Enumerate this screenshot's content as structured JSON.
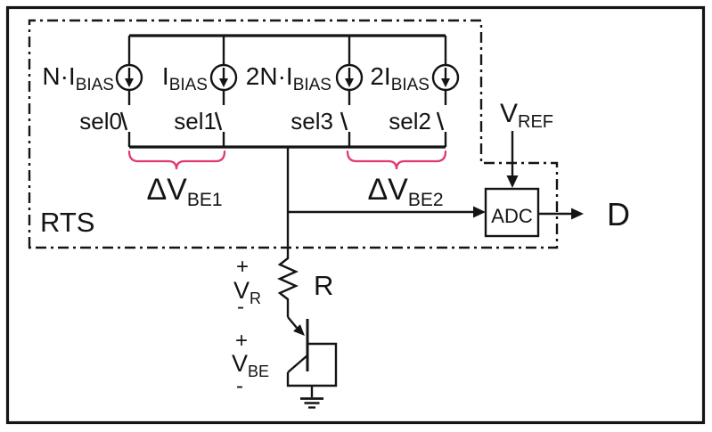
{
  "colors": {
    "ink": "#141414",
    "brace": "#e23a6e",
    "background": "#ffffff"
  },
  "rts": {
    "label": "RTS"
  },
  "branches": [
    {
      "source_main": "N·I",
      "source_sub": "BIAS",
      "switch": "sel0"
    },
    {
      "source_main": "I",
      "source_sub": "BIAS",
      "switch": "sel1"
    },
    {
      "source_main": "2N·I",
      "source_sub": "BIAS",
      "switch": "sel3"
    },
    {
      "source_main": "2I",
      "source_sub": "BIAS",
      "switch": "sel2"
    }
  ],
  "delta_vbe": [
    {
      "main": "ΔV",
      "sub": "BE1"
    },
    {
      "main": "ΔV",
      "sub": "BE2"
    }
  ],
  "vref": {
    "main": "V",
    "sub": "REF"
  },
  "adc": {
    "label": "ADC"
  },
  "output": {
    "label": "D"
  },
  "resistor": {
    "label": "R"
  },
  "vr": {
    "plus": "+",
    "main": "V",
    "sub": "R",
    "minus": "-"
  },
  "vbe": {
    "plus": "+",
    "main": "V",
    "sub": "BE",
    "minus": "-"
  }
}
